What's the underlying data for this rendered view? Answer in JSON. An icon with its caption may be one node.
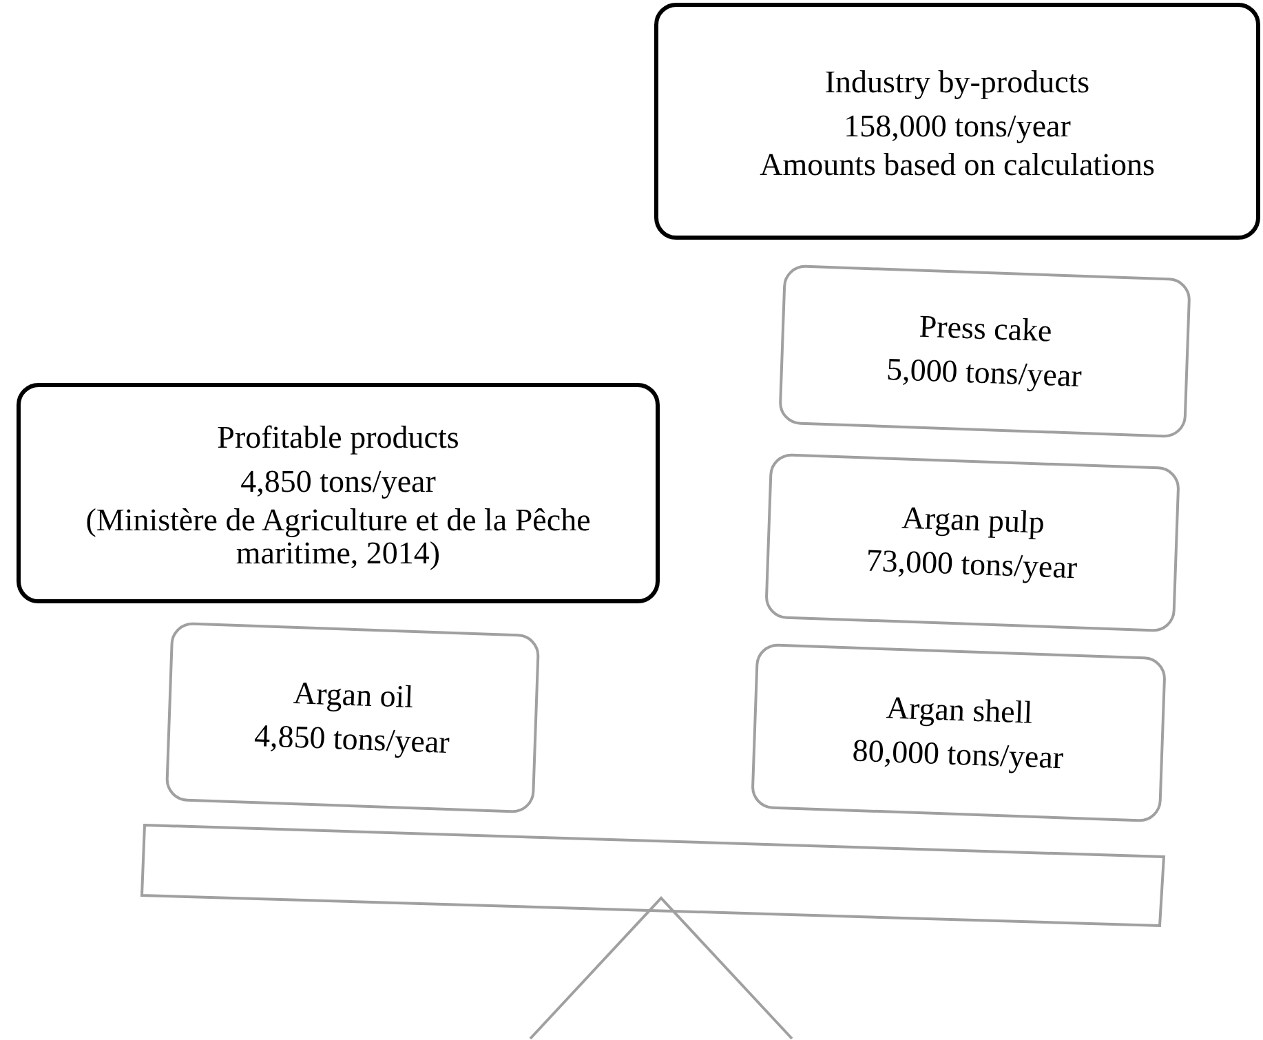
{
  "diagram": {
    "nodes": [
      {
        "text": [
          "Industry by-products",
          "158,000 tons/year",
          "Amounts based on calculations"
        ]
      },
      {
        "text": [
          "Profitable products",
          "4,850 tons/year",
          "(Ministère de Agriculture et de la Pêche maritime, 2014)"
        ]
      },
      {
        "text": [
          "Argan oil",
          "4,850 tons/year"
        ]
      },
      {
        "text": [
          "Press cake",
          "5,000 tons/year"
        ]
      },
      {
        "text": [
          "Argan pulp",
          "73,000 tons/year"
        ]
      },
      {
        "text": [
          "Argan shell",
          "80,000 tons/year"
        ]
      }
    ]
  }
}
